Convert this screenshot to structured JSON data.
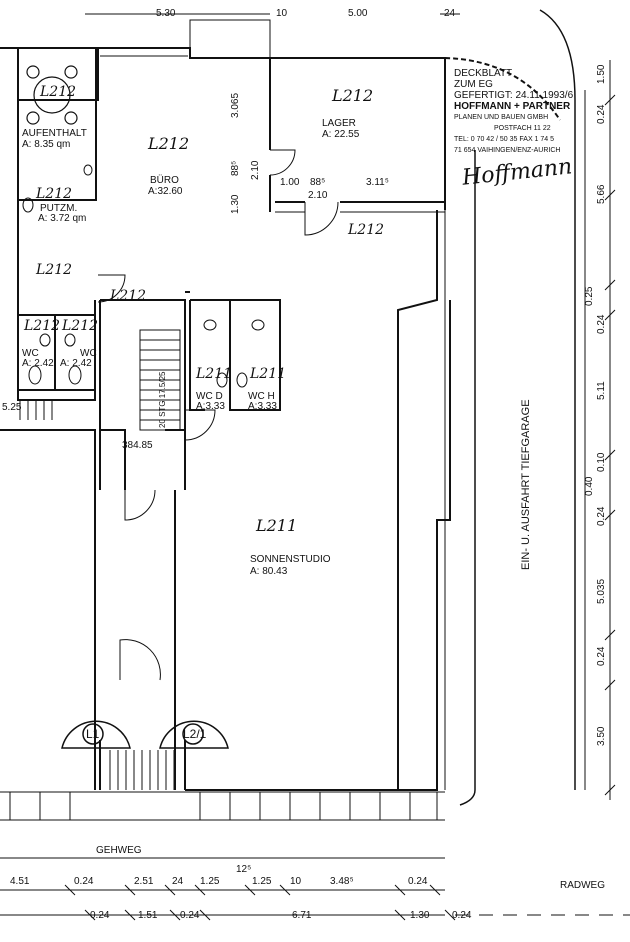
{
  "stamp": {
    "line1": "DECKBLATT",
    "line2": "ZUM EG",
    "line3": "GEFERTIGT: 24.11.1993/6",
    "company": "HOFFMANN + PARTNER",
    "sub": "PLANEN UND BAUEN GMBH",
    "box": "POSTFACH 11 22",
    "tel": "TEL: 0 70 42 / 50 35 FAX 1 74 5",
    "city": "71 654 VAIHINGEN/ENZ-AURICH",
    "signature": "Hoffmann"
  },
  "rooms": {
    "aufenthalt_name": "AUFENTHALT",
    "aufenthalt_area": "A: 8.35 qm",
    "aufenthalt_code": "L212",
    "buero_name": "BÜRO",
    "buero_area": "A:32.60",
    "buero_code": "L212",
    "lager_name": "LAGER",
    "lager_area": "A: 22.55",
    "lager_code": "L212",
    "putz_name": "PUTZM.",
    "putz_area": "A: 3.72 qm",
    "putz_code": "L212",
    "flur_code_1": "L212",
    "flur_code_2": "L212",
    "flur_code_3": "L212",
    "wc1_name": "WC",
    "wc1_area": "A: 2.42",
    "wc1_code": "L212",
    "wc2_name": "WC",
    "wc2_area": "A: 2.42",
    "wc2_code": "L212",
    "wcd_name": "WC D",
    "wcd_area": "A:3.33",
    "wcd_code": "L211",
    "wch_name": "WC H",
    "wch_area": "A:3.33",
    "wch_code": "L211",
    "studio_name": "SONNENSTUDIO",
    "studio_area": "A: 80.43",
    "studio_code": "L211",
    "entry_code_1": "L1",
    "entry_code_2": "L2/1"
  },
  "labels": {
    "tiefgarage": "EIN- U. AUSFAHRT TIEFGARAGE",
    "gehweg": "GEHWEG",
    "radweg": "RADWEG",
    "stair": "20 STG 17.5/25",
    "stair_level": "384.85"
  },
  "dims": {
    "top_1": "5.30",
    "top_2": "10",
    "top_3": "5.00",
    "top_4": "24",
    "inner_3065": "3.065",
    "inner_885": "88⁵",
    "inner_210a": "2.10",
    "inner_130": "1.30",
    "inner_100": "1.00",
    "inner_885b": "88⁵",
    "inner_311": "3.11⁵",
    "inner_210b": "2.10",
    "left_525": "5.25",
    "right_150": "1.50",
    "right_024a": "0.24",
    "right_566": "5.66",
    "right_025": "0.25",
    "right_024b": "0.24",
    "right_511": "5.11",
    "right_010": "0.10",
    "right_040": "0.40",
    "right_024c": "0.24",
    "right_5035": "5.035",
    "right_024d": "0.24",
    "right_350": "3.50",
    "bot1_451": "4.51",
    "bot1_024a": "0.24",
    "bot1_251": "2.51",
    "bot1_24": "24",
    "bot1_125a": "1.25",
    "bot1_125s": "12⁵",
    "bot1_125b": "1.25",
    "bot1_10": "10",
    "bot1_348": "3.48⁵",
    "bot1_024b": "0.24",
    "bot2_024a": "0.24",
    "bot2_151": "1.51",
    "bot2_024b": "0.24",
    "bot2_671": "6.71",
    "bot2_130": "1.30",
    "bot2_024c": "0.24"
  }
}
